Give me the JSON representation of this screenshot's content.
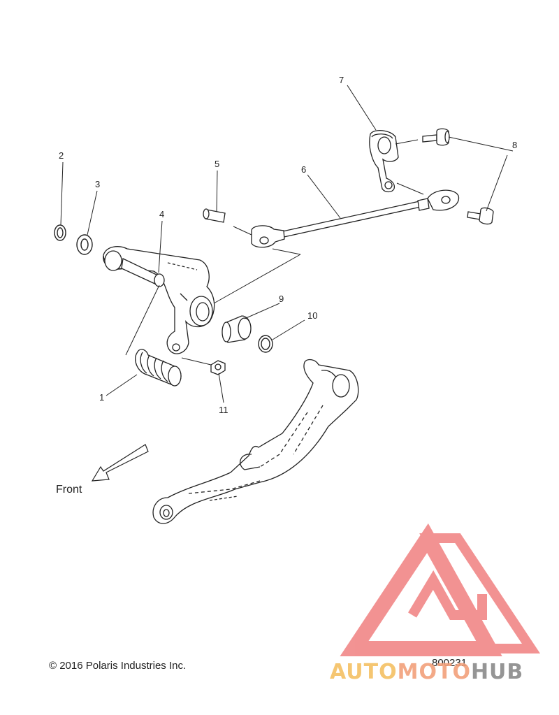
{
  "diagram": {
    "callouts": {
      "c1": "1",
      "c2": "2",
      "c3": "3",
      "c4": "4",
      "c5": "5",
      "c6": "6",
      "c7": "7",
      "c8": "8",
      "c9": "9",
      "c10": "10",
      "c11": "11"
    },
    "direction_label": "Front",
    "copyright": "© 2016 Polaris Industries Inc.",
    "diagram_id": "800231"
  },
  "watermark": {
    "text_part1": "AUTO",
    "text_part2": "MOTO",
    "text_part3": "HUB",
    "colors": {
      "logo": "#ef6f6f",
      "auto": "#f5c063",
      "moto": "#f2a07b",
      "hub": "#8a8a8a"
    }
  }
}
